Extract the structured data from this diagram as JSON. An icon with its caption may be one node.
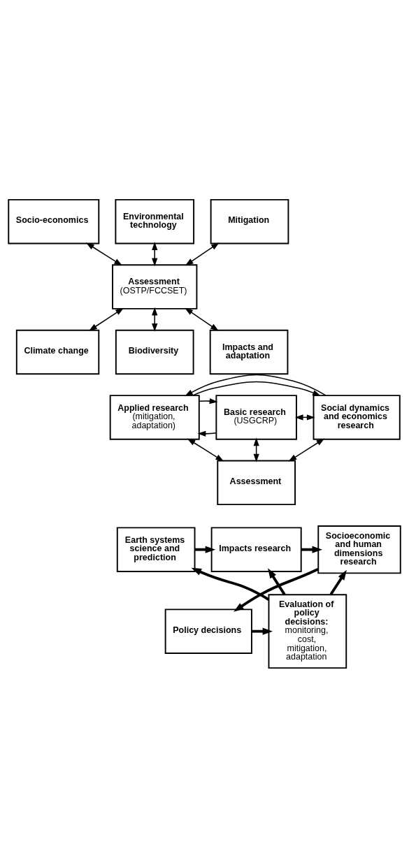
{
  "diagram": {
    "nodes": [
      {
        "text": [
          "Socio-economics"
        ]
      },
      {
        "text": [
          "Environmental technology"
        ]
      },
      {
        "text": [
          "Mitigation"
        ]
      },
      {
        "text": [
          "Assessment",
          "(OSTP/FCCSET)"
        ]
      },
      {
        "text": [
          "Climate change"
        ]
      },
      {
        "text": [
          "Biodiversity"
        ]
      },
      {
        "text": [
          "Impacts and adaptation"
        ]
      },
      {
        "text": [
          "Basic research",
          "(USGCRP)"
        ]
      },
      {
        "text": [
          "Applied research",
          "(mitigation, adaptation)"
        ]
      },
      {
        "text": [
          "Social dynamics and economics research"
        ]
      },
      {
        "text": [
          "Assessment"
        ]
      },
      {
        "text": [
          "Earth systems science and prediction"
        ]
      },
      {
        "text": [
          "Impacts research"
        ]
      },
      {
        "text": [
          "Socioeconomic and human dimensions research"
        ]
      },
      {
        "text": [
          "Evaluation of policy decisions:",
          "monitoring, cost, mitigation, adaptation"
        ]
      },
      {
        "text": [
          "Policy decisions"
        ]
      }
    ],
    "edges": [
      {
        "from": 0,
        "to": 3,
        "arrow": "both"
      },
      {
        "from": 1,
        "to": 3,
        "arrow": "both"
      },
      {
        "from": 2,
        "to": 3,
        "arrow": "both"
      },
      {
        "from": 3,
        "to": 4,
        "arrow": "both"
      },
      {
        "from": 3,
        "to": 5,
        "arrow": "both"
      },
      {
        "from": 3,
        "to": 6,
        "arrow": "both"
      },
      {
        "from": 7,
        "to": 9,
        "arrow": "both"
      },
      {
        "from": 7,
        "to": 8,
        "arrow": "to"
      },
      {
        "from": 8,
        "to": 7,
        "arrow": "to"
      },
      {
        "from": 8,
        "to": 9,
        "arrow": "to"
      },
      {
        "from": 9,
        "to": 8,
        "arrow": "to"
      },
      {
        "from": 7,
        "to": 10,
        "arrow": "both"
      },
      {
        "from": 8,
        "to": 10,
        "arrow": "both"
      },
      {
        "from": 9,
        "to": 10,
        "arrow": "both"
      },
      {
        "from": 11,
        "to": 12,
        "arrow": "to",
        "style": "thick"
      },
      {
        "from": 12,
        "to": 13,
        "arrow": "to",
        "style": "thick"
      },
      {
        "from": 14,
        "to": 11,
        "arrow": "to",
        "style": "thick"
      },
      {
        "from": 14,
        "to": 12,
        "arrow": "to",
        "style": "thick"
      },
      {
        "from": 14,
        "to": 13,
        "arrow": "to",
        "style": "thick"
      },
      {
        "from": 13,
        "to": 15,
        "arrow": "to",
        "style": "thick"
      },
      {
        "from": 15,
        "to": 14,
        "arrow": "to",
        "style": "thick"
      }
    ]
  }
}
